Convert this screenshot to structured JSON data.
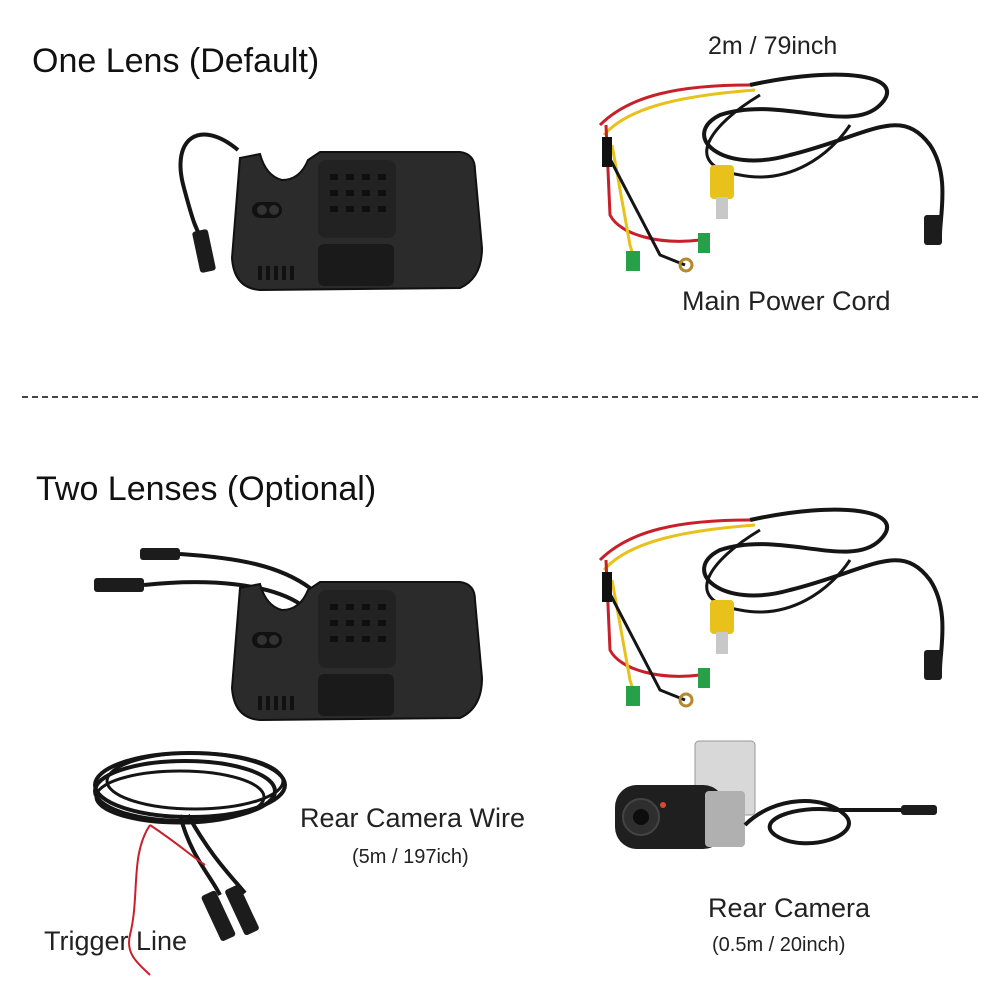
{
  "sections": {
    "one_lens": {
      "title": "One Lens (Default)",
      "cable_length": "2m / 79inch",
      "power_cord_label": "Main Power Cord"
    },
    "two_lenses": {
      "title": "Two Lenses (Optional)",
      "rear_wire_label": "Rear Camera Wire",
      "rear_wire_length": "(5m / 197ich)",
      "trigger_label": "Trigger Line",
      "rear_camera_label": "Rear Camera",
      "rear_camera_length": "(0.5m / 20inch)"
    }
  },
  "colors": {
    "device_body": "#2b2b2b",
    "cable": "#151515",
    "wire_red": "#c8202a",
    "wire_yellow": "#e8c21a",
    "fuse_green": "#27a04a",
    "fuse_blue": "#2c7bd8"
  }
}
